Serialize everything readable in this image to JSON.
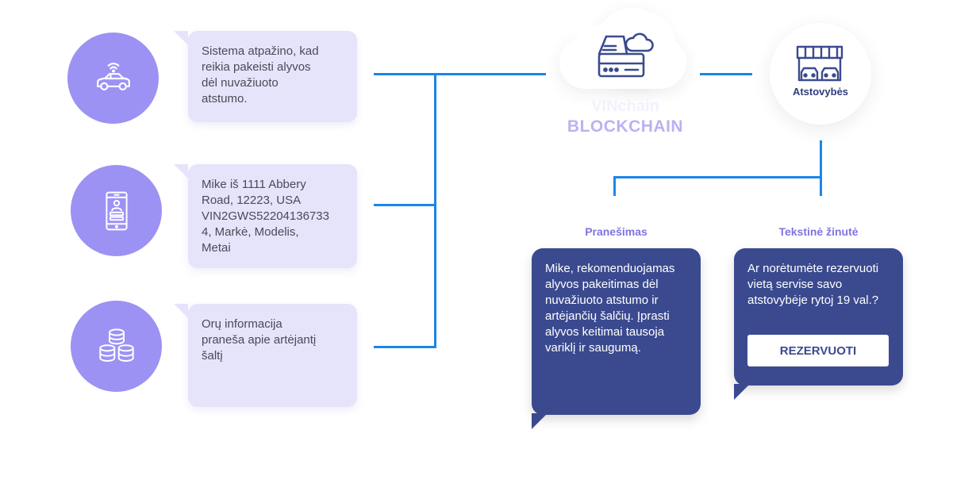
{
  "sources": [
    {
      "icon": "connected-car-icon",
      "text": "Sistema atpažino, kad\nreikia pakeisti alyvos\ndėl nuvažiuoto\natstumo."
    },
    {
      "icon": "phone-profile-icon",
      "text": "Mike iš 1111 Abbery\nRoad, 12223, USA\nVIN2GWS52204136733\n4, Markė, Modelis,\nMetai"
    },
    {
      "icon": "coins-icon",
      "text": "Orų informacija\npraneša apie artėjantį\nšaltį"
    }
  ],
  "blockchain": {
    "ghost_label": "VINchain",
    "label": "BLOCKCHAIN"
  },
  "dealer": {
    "label": "Atstovybės"
  },
  "notification": {
    "heading": "Pranešimas",
    "text": "Mike, rekomenduojamas alyvos pakeitimas dėl nuvažiuoto atstumo ir artėjančių šalčių. Įprasti alyvos keitimai tausoja variklį ir saugumą."
  },
  "sms": {
    "heading": "Tekstinė žinutė",
    "text": "Ar norėtumėte rezervuoti vietą servise savo atstovybėje rytoj 19 val.?",
    "button": "REZERVUOTI"
  },
  "colors": {
    "icon_circle": "#9c92f4",
    "bubble": "#e6e4fb",
    "connector": "#1a86e8",
    "dark_card": "#3b4a8f",
    "heading": "#7f74e0",
    "blockchain_label": "#b9b2f2"
  }
}
